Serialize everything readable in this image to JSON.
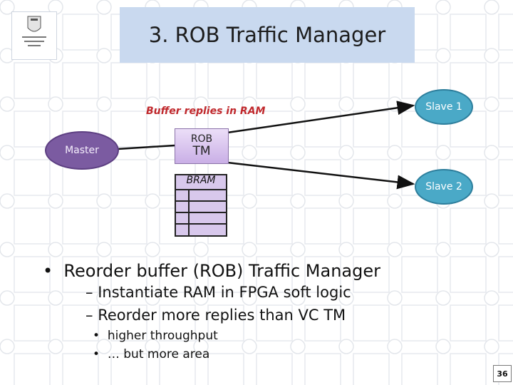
{
  "slide": {
    "title": "3. ROB Traffic Manager",
    "page_number": "36"
  },
  "diagram": {
    "buffer_label": "Buffer replies in RAM",
    "master_label": "Master",
    "rob_tm_line1": "ROB",
    "rob_tm_line2": "TM",
    "bram_label": "BRAM",
    "slave1_label": "Slave 1",
    "slave2_label": "Slave 2"
  },
  "bullets": {
    "level1": "Reorder buffer (ROB) Traffic Manager",
    "level2": [
      "Instantiate RAM in FPGA soft logic",
      "Reorder more replies than VC TM"
    ],
    "level3": [
      "higher throughput",
      "… but more area"
    ]
  },
  "colors": {
    "title_bg": "#c9d9ef",
    "master_fill": "#7b5ba1",
    "slave_fill": "#4aa9c7",
    "label_red": "#c0282c"
  }
}
